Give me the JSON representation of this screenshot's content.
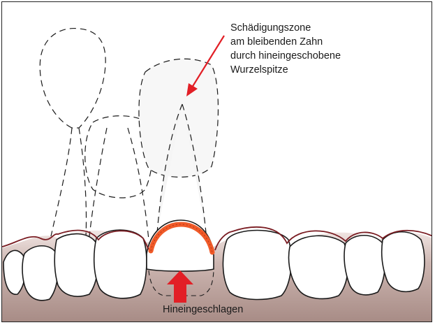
{
  "annotation": {
    "lines": [
      "Schädigungszone",
      "am bleibenden Zahn",
      "durch hineingeschobene",
      "Wurzelspitze"
    ]
  },
  "bottom_label": "Hineingeschlagen",
  "colors": {
    "gum": "#b79c96",
    "gum_line": "#7a1c22",
    "arrow": "#e21f26",
    "damage_zone": "#f05a28",
    "outline": "#1a1a1a"
  }
}
